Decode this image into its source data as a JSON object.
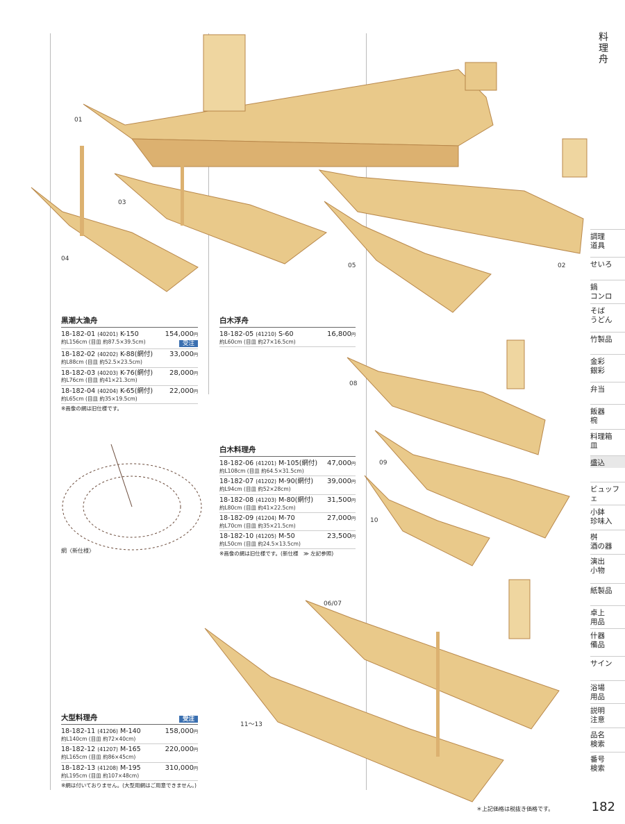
{
  "side": {
    "title": "料理舟",
    "items": [
      "調理\n道具",
      "せいろ",
      "鍋\nコンロ",
      "そば\nうどん",
      "竹製品",
      "金彩\n銀彩",
      "弁当",
      "飯器\n椀",
      "料理箱\n皿",
      "盛込",
      "ビュッフェ",
      "小鉢\n珍味入",
      "桝\n酒の器",
      "演出\n小物",
      "紙製品",
      "卓上\n用品",
      "什器\n備品",
      "サイン",
      "浴場\n用品",
      "説明\n注意",
      "品名\n検索",
      "番号\n検索"
    ],
    "active_index": 9
  },
  "labels": {
    "l01": "01",
    "l02": "02",
    "l03": "03",
    "l04": "04",
    "l05": "05",
    "l08": "08",
    "l09": "09",
    "l10": "10",
    "l0607": "06/07",
    "l1113": "11〜13",
    "net": "網〈新仕様〉"
  },
  "kuroshio": {
    "title": "黒潮大漁舟",
    "rows": [
      {
        "code": "18-182-01",
        "num": "(40201)",
        "model": "K-150",
        "size": "約L156cm (目皿 約87.5×39.5cm)",
        "price": "154,000",
        "badge": "受注"
      },
      {
        "code": "18-182-02",
        "num": "(40202)",
        "model": "K-88(網付)",
        "size": "約L88cm (目皿 約52.5×23.5cm)",
        "price": "33,000",
        "badge": ""
      },
      {
        "code": "18-182-03",
        "num": "(40203)",
        "model": "K-76(網付)",
        "size": "約L76cm (目皿 約41×21.3cm)",
        "price": "28,000",
        "badge": ""
      },
      {
        "code": "18-182-04",
        "num": "(40204)",
        "model": "K-65(網付)",
        "size": "約L65cm (目皿 約35×19.5cm)",
        "price": "22,000",
        "badge": ""
      }
    ],
    "note": "※画像の網は旧仕様です。"
  },
  "shiraki_uki": {
    "title": "白木浮舟",
    "rows": [
      {
        "code": "18-182-05",
        "num": "(41210)",
        "model": "S-60",
        "size": "約L60cm (目皿 約27×16.5cm)",
        "price": "16,800",
        "badge": ""
      }
    ]
  },
  "shiraki_ryori": {
    "title": "白木料理舟",
    "rows": [
      {
        "code": "18-182-06",
        "num": "(41201)",
        "model": "M-105(網付)",
        "size": "約L108cm (目皿 約64.5×31.5cm)",
        "price": "47,000",
        "badge": ""
      },
      {
        "code": "18-182-07",
        "num": "(41202)",
        "model": "M-90(網付)",
        "size": "約L94cm (目皿 約52×28cm)",
        "price": "39,000",
        "badge": ""
      },
      {
        "code": "18-182-08",
        "num": "(41203)",
        "model": "M-80(網付)",
        "size": "約L80cm (目皿 約41×22.5cm)",
        "price": "31,500",
        "badge": ""
      },
      {
        "code": "18-182-09",
        "num": "(41204)",
        "model": "M-70",
        "size": "約L70cm (目皿 約35×21.5cm)",
        "price": "27,000",
        "badge": ""
      },
      {
        "code": "18-182-10",
        "num": "(41205)",
        "model": "M-50",
        "size": "約L50cm (目皿 約24.5×13.5cm)",
        "price": "23,500",
        "badge": ""
      }
    ],
    "note": "※画像の網は旧仕様です。(新仕様　≫ 左記参照)"
  },
  "ogata": {
    "title": "大型料理舟",
    "title_badge": "受注",
    "rows": [
      {
        "code": "18-182-11",
        "num": "(41206)",
        "model": "M-140",
        "size": "約L140cm (目皿 約72×40cm)",
        "price": "158,000",
        "badge": ""
      },
      {
        "code": "18-182-12",
        "num": "(41207)",
        "model": "M-165",
        "size": "約L165cm (目皿 約86×45cm)",
        "price": "220,000",
        "badge": ""
      },
      {
        "code": "18-182-13",
        "num": "(41208)",
        "model": "M-195",
        "size": "約L195cm (目皿 約107×48cm)",
        "price": "310,000",
        "badge": ""
      }
    ],
    "note": "※網は付いておりません。(大型用網はご用意できません。)"
  },
  "yen_unit": "円",
  "footnote": "＊上記価格は税抜き価格です。",
  "page_number": "182",
  "colors": {
    "wood": "#e9c98a",
    "wood_dark": "#c99a55",
    "badge": "#3a6fb0"
  }
}
